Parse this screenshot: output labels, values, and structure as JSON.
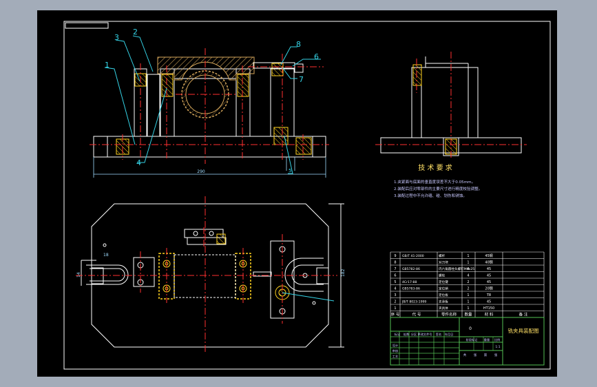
{
  "colors": {
    "background": "#a3acb9",
    "sheet": "#000000",
    "border": "#ffffff",
    "outline": "#ffffff",
    "hatch": "#d7a85b",
    "centerline": "#ff3030",
    "leader": "#35d3e6",
    "annotation": "#c8c8ff",
    "title_text": "#ffe066",
    "table_lines": "#55c255",
    "dim": "#9fdcff",
    "small_parts": "#ffd21f"
  },
  "drawing": {
    "callouts": [
      "1",
      "2",
      "3",
      "4",
      "5",
      "6",
      "7",
      "8"
    ],
    "tech_title": "技 术 要 求",
    "tech_notes": [
      "1.夹紧面与底面的垂直度误差不大于0.05mm。",
      "2.装配后应对零部件的主要尺寸进行精度校验调整。",
      "3.装配过程中不允许磕、碰、划伤和锈蚀。"
    ],
    "dim_labels": {
      "front_width": "290",
      "plan_height": "182",
      "slot_width": "18",
      "slot_dia": "14"
    }
  },
  "bom": {
    "rows": [
      {
        "no": "9",
        "code": "GB/T 41-2000",
        "name": "螺杆",
        "qty": "1",
        "mat": "45钢"
      },
      {
        "no": "8",
        "code": "",
        "name": "对刀块",
        "qty": "1",
        "mat": "40钢"
      },
      {
        "no": "7",
        "code": "GB5782-86",
        "name": "内六角圆柱头螺钉M8x25",
        "qty": "4",
        "mat": "45"
      },
      {
        "no": "6",
        "code": "",
        "name": "螺栓",
        "qty": "4",
        "mat": "45"
      },
      {
        "no": "5",
        "code": "4Cr17-88",
        "name": "定位键",
        "qty": "2",
        "mat": "45"
      },
      {
        "no": "4",
        "code": "GB5783-86",
        "name": "定位销",
        "qty": "2",
        "mat": "20钢"
      },
      {
        "no": "3",
        "code": "",
        "name": "定位板",
        "qty": "1",
        "mat": "T8"
      },
      {
        "no": "2",
        "code": "JB/T 8023-1999",
        "name": "支承板",
        "qty": "1",
        "mat": "45"
      },
      {
        "no": "1",
        "code": "",
        "name": "夹具体",
        "qty": "1",
        "mat": "HT150"
      }
    ],
    "header": [
      "序 号",
      "代 号",
      "零件名称",
      "数量",
      "材 料",
      "备 注"
    ],
    "title": "铣夹具装配图",
    "zero": "0",
    "tb_labels": [
      "标记",
      "处数",
      "分区",
      "更改文件号",
      "签名",
      "年月日"
    ],
    "tb_roles": [
      "设计",
      "审核",
      "工艺"
    ],
    "tb_stage": [
      "阶段标记",
      "重量",
      "比例"
    ],
    "tb_sheet": [
      "共",
      "张",
      "第",
      "张"
    ],
    "scale": "1:1"
  }
}
